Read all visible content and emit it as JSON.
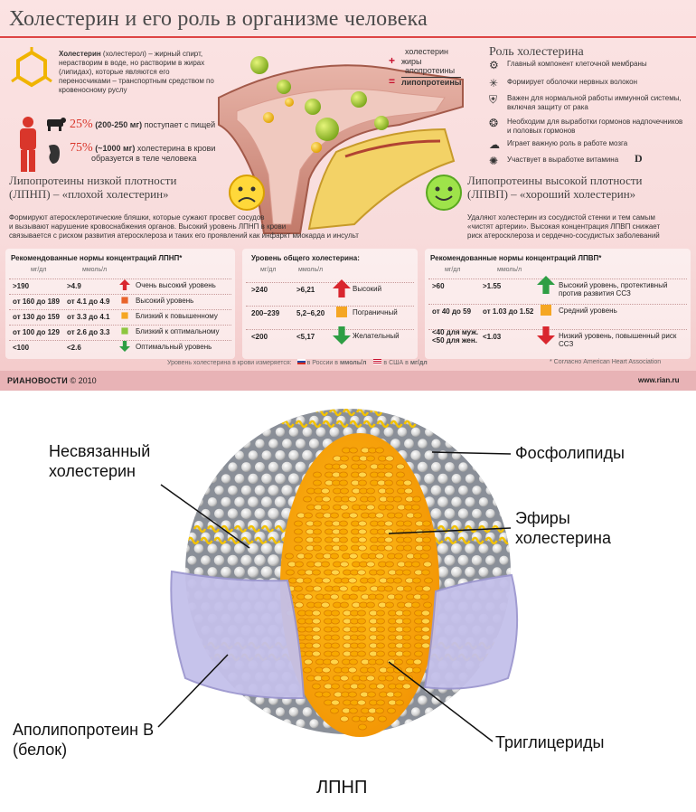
{
  "infographic": {
    "title": "Холестерин и его роль в организме человека",
    "intro_bold": "Холестерин",
    "intro_rest": " (холестерол) – жирный спирт, нерастворим в воде, но растворим в жирах (липидах), которые являются его переносчиками – транспортным средством по кровеносному руслу",
    "formula": {
      "line1": "холестерин",
      "plus": "+",
      "line2": "жиры",
      "line3": "апопротеины",
      "eq": "=",
      "result": "липопротеины"
    },
    "food_pct": "25%",
    "food_range": "(200-250 мг)",
    "food_text": "поступает с пищей",
    "body_pct": "75%",
    "body_range": "(~1000 мг)",
    "body_text1": "холестерина в крови",
    "body_text2": "образуется в теле человека",
    "roles_title": "Роль холестерина",
    "roles": [
      {
        "icon": "gear-icon",
        "text": "Главный компонент клеточной мембраны"
      },
      {
        "icon": "nerve-icon",
        "text": "Формирует оболочки нервных волокон"
      },
      {
        "icon": "shield-icon",
        "text": "Важен для нормальной работы иммунной системы, включая защиту от рака"
      },
      {
        "icon": "hormone-icon",
        "text": "Необходим для выработки гормонов надпочечников и половых гормонов"
      },
      {
        "icon": "brain-icon",
        "text": "Играет важную роль в работе мозга"
      },
      {
        "icon": "vitamin-icon",
        "text": "Участвует в выработке витамина",
        "tail": "D"
      }
    ],
    "ldl_title1": "Липопротеины низкой плотности",
    "ldl_title2": "(ЛПНП) – «плохой холестерин»",
    "ldl_text1": "Формируют атеросклеротические бляшки, которые сужают просвет сосудов",
    "ldl_text2": "и вызывают нарушение кровоснабжения органов. Высокий уровень ЛПНП в крови",
    "ldl_text3": "связывается с риском развития атеросклероза и таких его проявлений как инфаркт миокарда и инсульт",
    "hdl_title1": "Липопротеины высокой плотности",
    "hdl_title2": "(ЛПВП) – «хороший холестерин»",
    "hdl_text1": "Удаляют холестерин из сосудистой стенки и тем самым",
    "hdl_text2": "«чистят артерии». Высокая концентрация ЛПВП снижает",
    "hdl_text3": "риск атеросклероза и сердечно-сосудистых заболеваний",
    "ldl_table": {
      "title": "Рекомендованные нормы концентраций ЛПНП*",
      "h1": "мг/дл",
      "h2": "ммоль/л",
      "rows": [
        {
          "a": ">190",
          "b": ">4.9",
          "label": "Очень высокий уровень",
          "color": "#d9262e",
          "shape": "up"
        },
        {
          "a": "от 160 до 189",
          "b": "от 4.1 до 4.9",
          "label": "Высокий уровень",
          "color": "#e8632b",
          "shape": "sq"
        },
        {
          "a": "от 130 до 159",
          "b": "от 3.3 до 4.1",
          "label": "Близкий к повышенному",
          "color": "#f5a623",
          "shape": "sq"
        },
        {
          "a": "от 100 до 129",
          "b": "от 2.6 до 3.3",
          "label": "Близкий к оптимальному",
          "color": "#8dc63f",
          "shape": "sq"
        },
        {
          "a": "<100",
          "b": "<2.6",
          "label": "Оптимальный уровень",
          "color": "#2e9e44",
          "shape": "down"
        }
      ]
    },
    "total_table": {
      "title": "Уровень общего холестерина:",
      "h1": "мг/дл",
      "h2": "ммоль/л",
      "rows": [
        {
          "a": ">240",
          "b": ">6,21",
          "label": "Высокий",
          "color": "#d9262e",
          "shape": "up"
        },
        {
          "a": "200–239",
          "b": "5,2–6,20",
          "label": "Пограничный",
          "color": "#f5a623",
          "shape": "sq"
        },
        {
          "a": "<200",
          "b": "<5,17",
          "label": "Желательный",
          "color": "#2e9e44",
          "shape": "down"
        }
      ]
    },
    "hdl_table": {
      "title": "Рекомендованные нормы концентраций ЛПВП*",
      "h1": "мг/дл",
      "h2": "ммоль/л",
      "rows": [
        {
          "a": ">60",
          "b": ">1.55",
          "label": "Высокий уровень, протективный против развития ССЗ",
          "color": "#2e9e44",
          "shape": "up"
        },
        {
          "a": "от 40 до 59",
          "b": "от 1.03 до 1.52",
          "label": "Средний уровень",
          "color": "#f5a623",
          "shape": "sq"
        },
        {
          "a": "<40 для муж. <50 для жен.",
          "b": "<1.03",
          "label": "Низкий уровень, повышенный риск ССЗ",
          "color": "#d9262e",
          "shape": "down"
        }
      ]
    },
    "measure_note": "Уровень холестерина в крови измеряется:",
    "measure_ru": "в России в",
    "measure_ru_unit": "ммоль/л",
    "measure_us": "в США в",
    "measure_us_unit": "мг/дл",
    "aha_note": "* Согласно American Heart Association",
    "brand": "РИАНОВОСТИ",
    "copyright": "© 2010",
    "site": "www.rian.ru"
  },
  "diagram": {
    "label_free_chol": "Несвязанный холестерин",
    "label_phospholipids": "Фосфолипиды",
    "label_esters": "Эфиры холестерина",
    "label_apo": "Аполипопротеин В (белок)",
    "label_tg": "Триглицериды",
    "caption": "ЛПНП"
  }
}
